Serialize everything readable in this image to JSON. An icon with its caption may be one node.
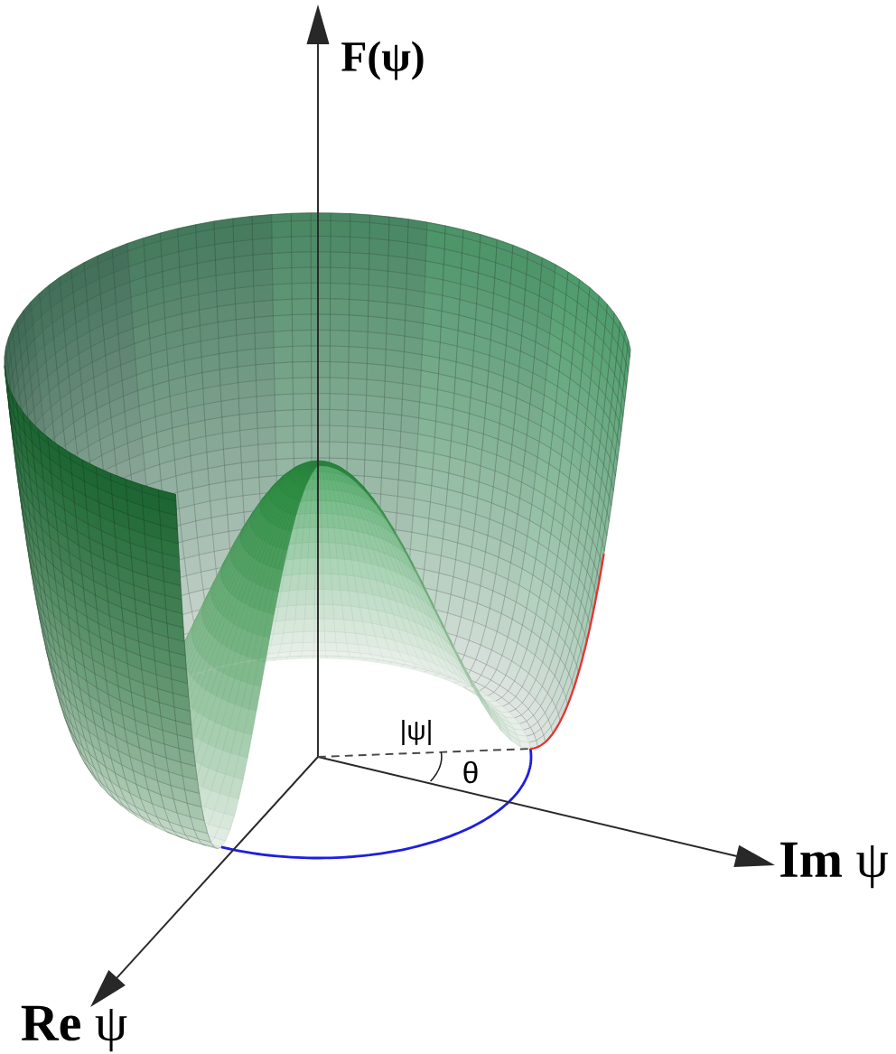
{
  "diagram": {
    "labels": [
      "F(ψ)",
      "|ψ|",
      "θ",
      "**Im** ψ",
      "**Re** ψ"
    ]
  }
}
